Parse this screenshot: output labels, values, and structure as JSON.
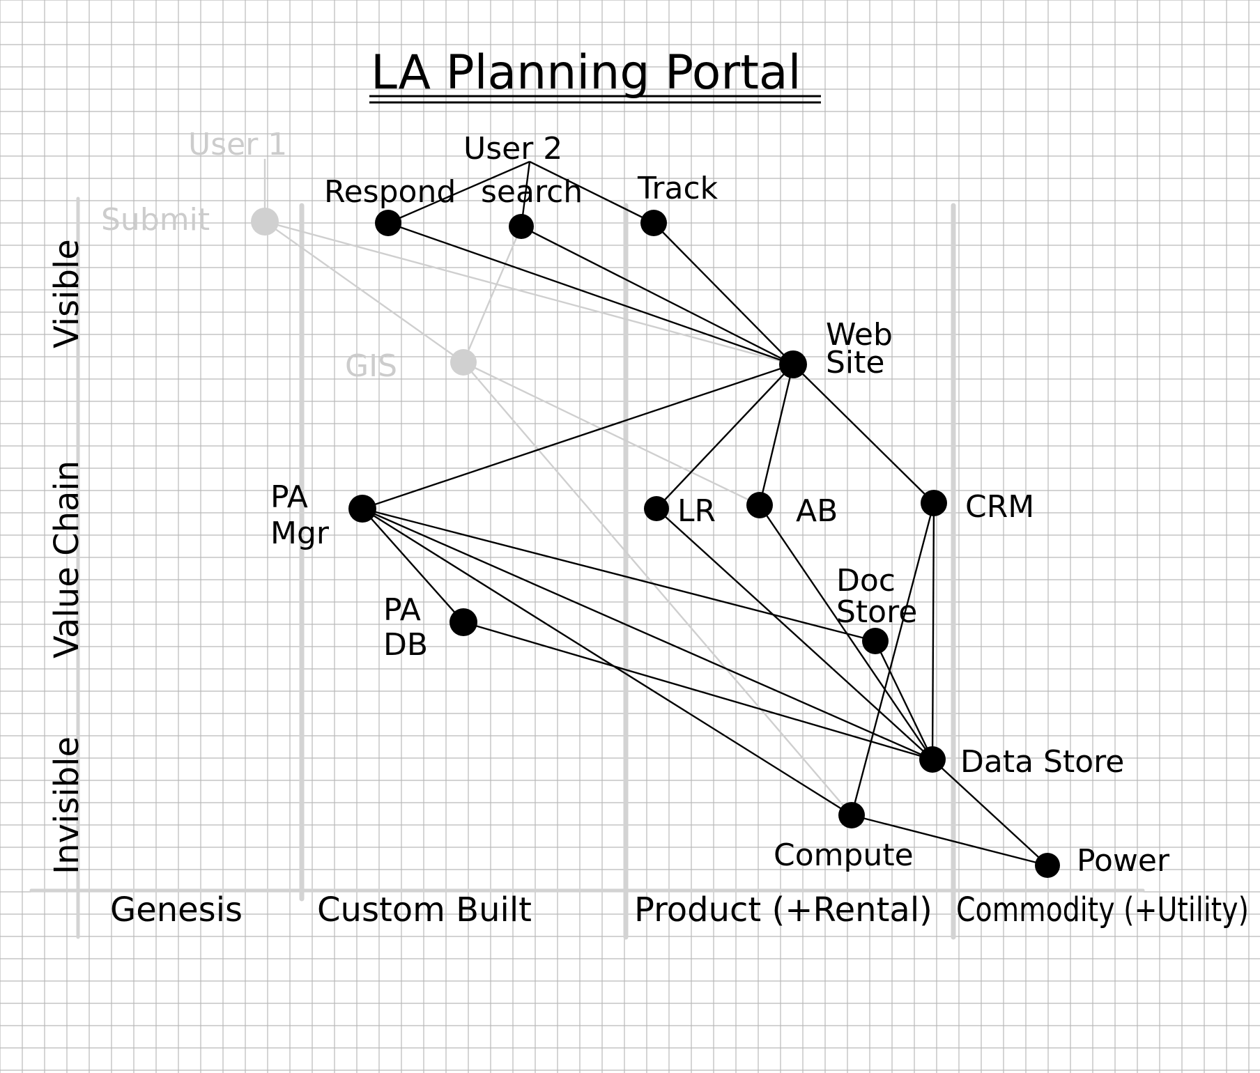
{
  "title": "LA Planning Portal",
  "users": [
    {
      "id": "user1",
      "label": "User 1",
      "faded": true
    },
    {
      "id": "user2",
      "label": "User 2",
      "faded": false
    }
  ],
  "components": [
    {
      "id": "submit",
      "label": "Submit",
      "faded": true
    },
    {
      "id": "respond",
      "label": "Respond",
      "faded": false
    },
    {
      "id": "search",
      "label": "search",
      "faded": false
    },
    {
      "id": "track",
      "label": "Track",
      "faded": false
    },
    {
      "id": "website",
      "label": "Web Site",
      "faded": false
    },
    {
      "id": "gis",
      "label": "GIS",
      "faded": true
    },
    {
      "id": "pamgr",
      "label": "PA Mgr",
      "faded": false
    },
    {
      "id": "lr",
      "label": "LR",
      "faded": false
    },
    {
      "id": "ab",
      "label": "AB",
      "faded": false
    },
    {
      "id": "crm",
      "label": "CRM",
      "faded": false
    },
    {
      "id": "docstore",
      "label": "Doc Store",
      "faded": false
    },
    {
      "id": "padb",
      "label": "PA DB",
      "faded": false
    },
    {
      "id": "datastore",
      "label": "Data Store",
      "faded": false
    },
    {
      "id": "compute",
      "label": "Compute",
      "faded": false
    },
    {
      "id": "power",
      "label": "Power",
      "faded": false
    }
  ],
  "edges": [
    {
      "from": "user1",
      "to": "submit",
      "faded": true
    },
    {
      "from": "user2",
      "to": "respond",
      "faded": false
    },
    {
      "from": "user2",
      "to": "search",
      "faded": false
    },
    {
      "from": "user2",
      "to": "track",
      "faded": false
    },
    {
      "from": "submit",
      "to": "website",
      "faded": true
    },
    {
      "from": "submit",
      "to": "gis",
      "faded": true
    },
    {
      "from": "search",
      "to": "gis",
      "faded": true
    },
    {
      "from": "gis",
      "to": "ab",
      "faded": true
    },
    {
      "from": "gis",
      "to": "compute",
      "faded": true
    },
    {
      "from": "respond",
      "to": "website",
      "faded": false
    },
    {
      "from": "search",
      "to": "website",
      "faded": false
    },
    {
      "from": "track",
      "to": "website",
      "faded": false
    },
    {
      "from": "website",
      "to": "pamgr",
      "faded": false
    },
    {
      "from": "website",
      "to": "lr",
      "faded": false
    },
    {
      "from": "website",
      "to": "ab",
      "faded": false
    },
    {
      "from": "website",
      "to": "crm",
      "faded": false
    },
    {
      "from": "pamgr",
      "to": "padb",
      "faded": false
    },
    {
      "from": "pamgr",
      "to": "docstore",
      "faded": false
    },
    {
      "from": "pamgr",
      "to": "datastore",
      "faded": false
    },
    {
      "from": "pamgr",
      "to": "compute",
      "faded": false
    },
    {
      "from": "lr",
      "to": "datastore",
      "faded": false
    },
    {
      "from": "ab",
      "to": "datastore",
      "faded": false
    },
    {
      "from": "crm",
      "to": "datastore",
      "faded": false
    },
    {
      "from": "crm",
      "to": "compute",
      "faded": false
    },
    {
      "from": "docstore",
      "to": "datastore",
      "faded": false
    },
    {
      "from": "padb",
      "to": "datastore",
      "faded": false
    },
    {
      "from": "datastore",
      "to": "power",
      "faded": false
    },
    {
      "from": "compute",
      "to": "power",
      "faded": false
    }
  ],
  "y_axis": {
    "top": "Visible",
    "middle": "Value Chain",
    "bottom": "Invisible"
  },
  "x_axis": {
    "stages": [
      "Genesis",
      "Custom Built",
      "Product (+Rental)",
      "Commodity (+Utility)"
    ]
  }
}
